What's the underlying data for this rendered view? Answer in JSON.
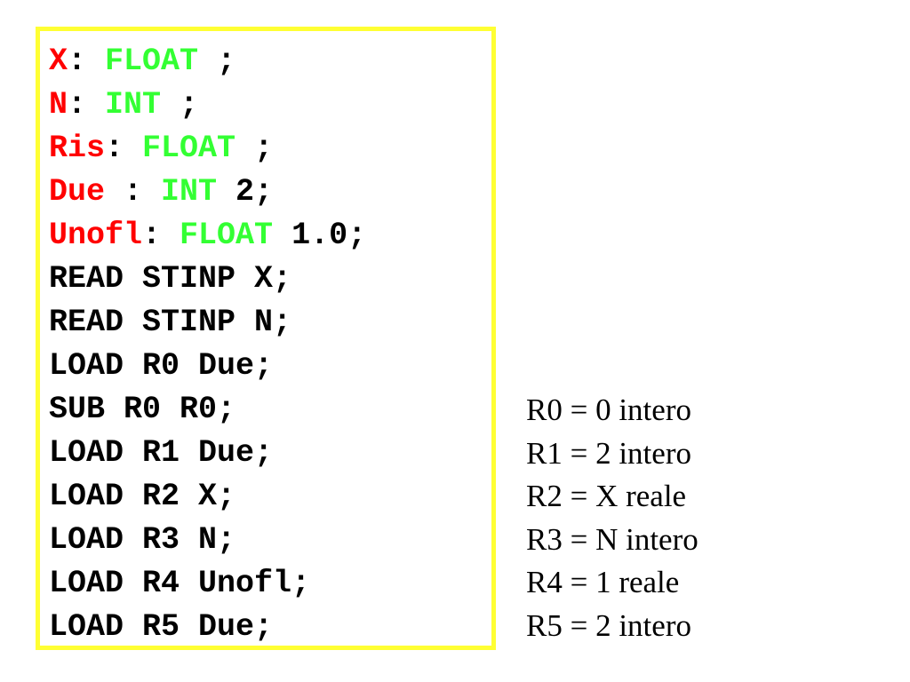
{
  "colors": {
    "border": "#ffff33",
    "variable": "#ff0000",
    "type": "#33ff33",
    "text": "#000000"
  },
  "code_lines": [
    [
      {
        "t": "X",
        "c": "var"
      },
      {
        "t": ": ",
        "c": "plain"
      },
      {
        "t": "FLOAT",
        "c": "type"
      },
      {
        "t": " ;",
        "c": "plain"
      }
    ],
    [
      {
        "t": "N",
        "c": "var"
      },
      {
        "t": ": ",
        "c": "plain"
      },
      {
        "t": "INT",
        "c": "type"
      },
      {
        "t": " ;",
        "c": "plain"
      }
    ],
    [
      {
        "t": "Ris",
        "c": "var"
      },
      {
        "t": ": ",
        "c": "plain"
      },
      {
        "t": "FLOAT",
        "c": "type"
      },
      {
        "t": " ;",
        "c": "plain"
      }
    ],
    [
      {
        "t": "Due",
        "c": "var"
      },
      {
        "t": " : ",
        "c": "plain"
      },
      {
        "t": "INT",
        "c": "type"
      },
      {
        "t": " 2;",
        "c": "plain"
      }
    ],
    [
      {
        "t": "Unofl",
        "c": "var"
      },
      {
        "t": ": ",
        "c": "plain"
      },
      {
        "t": "FLOAT",
        "c": "type"
      },
      {
        "t": " 1.0;",
        "c": "plain"
      }
    ],
    [
      {
        "t": "READ STINP X;",
        "c": "plain"
      }
    ],
    [
      {
        "t": "READ STINP N;",
        "c": "plain"
      }
    ],
    [
      {
        "t": "LOAD R0 Due;",
        "c": "plain"
      }
    ],
    [
      {
        "t": "SUB R0 R0;",
        "c": "plain"
      }
    ],
    [
      {
        "t": "LOAD R1 Due;",
        "c": "plain"
      }
    ],
    [
      {
        "t": "LOAD R2 X;",
        "c": "plain"
      }
    ],
    [
      {
        "t": "LOAD R3 N;",
        "c": "plain"
      }
    ],
    [
      {
        "t": "LOAD R4 Unofl;",
        "c": "plain"
      }
    ],
    [
      {
        "t": "LOAD R5 Due;",
        "c": "plain"
      }
    ]
  ],
  "register_notes": [
    "R0 = 0 intero",
    "R1 = 2 intero",
    "R2 = X reale",
    "R3 = N intero",
    "R4 = 1 reale",
    "R5 = 2 intero"
  ]
}
